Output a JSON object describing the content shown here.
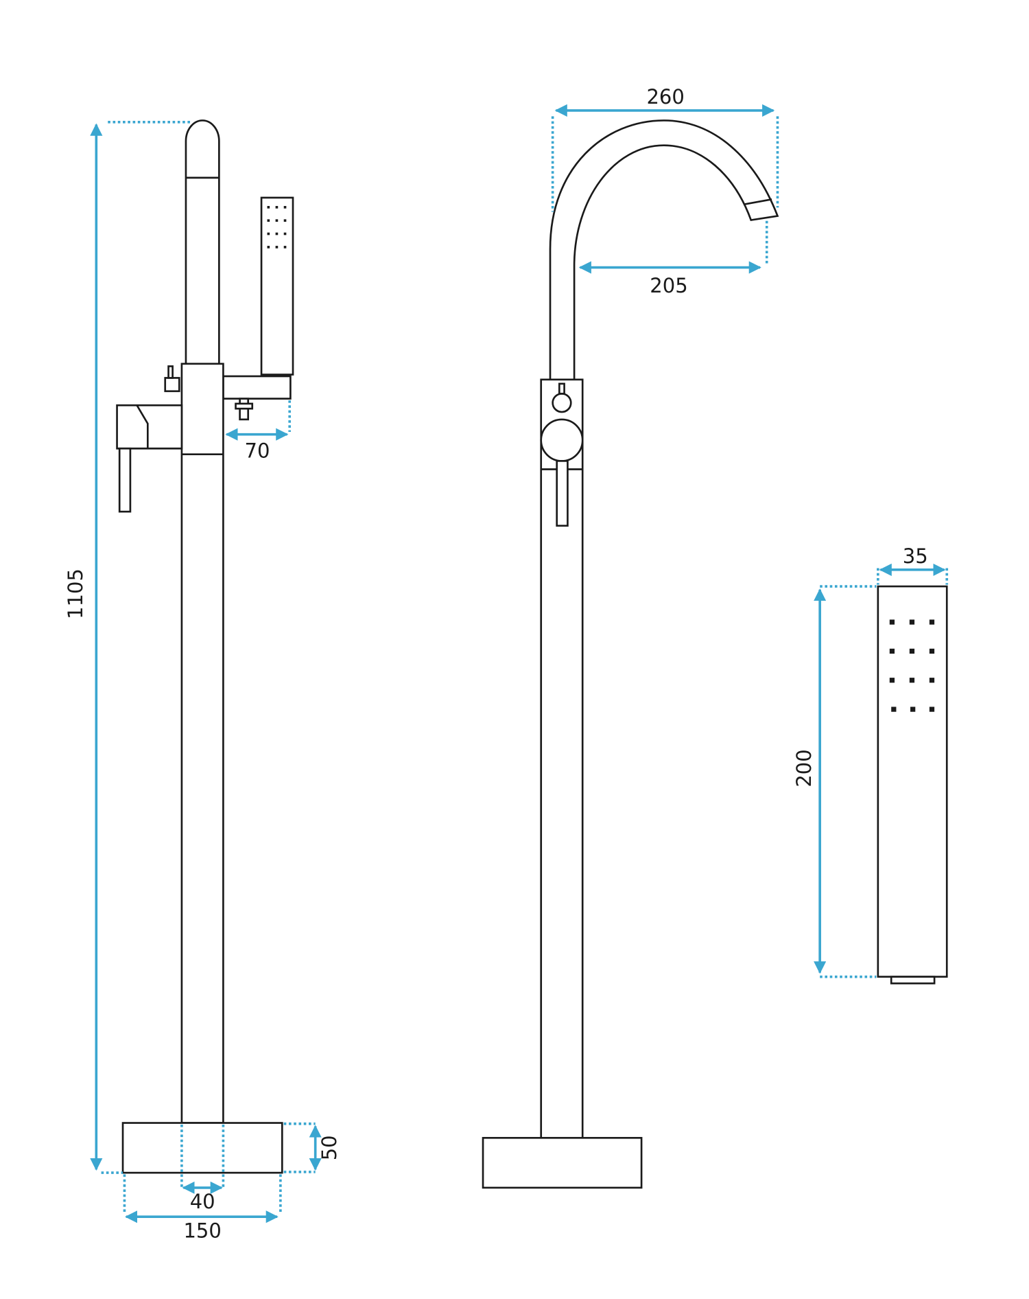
{
  "colors": {
    "dimension": "#3aa6d0",
    "outline": "#1a1a1a"
  },
  "views": {
    "side": {
      "dims": {
        "height": "1105",
        "spout_reach": "70",
        "base_height": "50",
        "pipe_width": "40",
        "base_width": "150"
      }
    },
    "front": {
      "dims": {
        "spout_width": "260",
        "spout_inner": "205"
      }
    },
    "hand_shower": {
      "dims": {
        "width": "35",
        "length": "200"
      }
    }
  }
}
